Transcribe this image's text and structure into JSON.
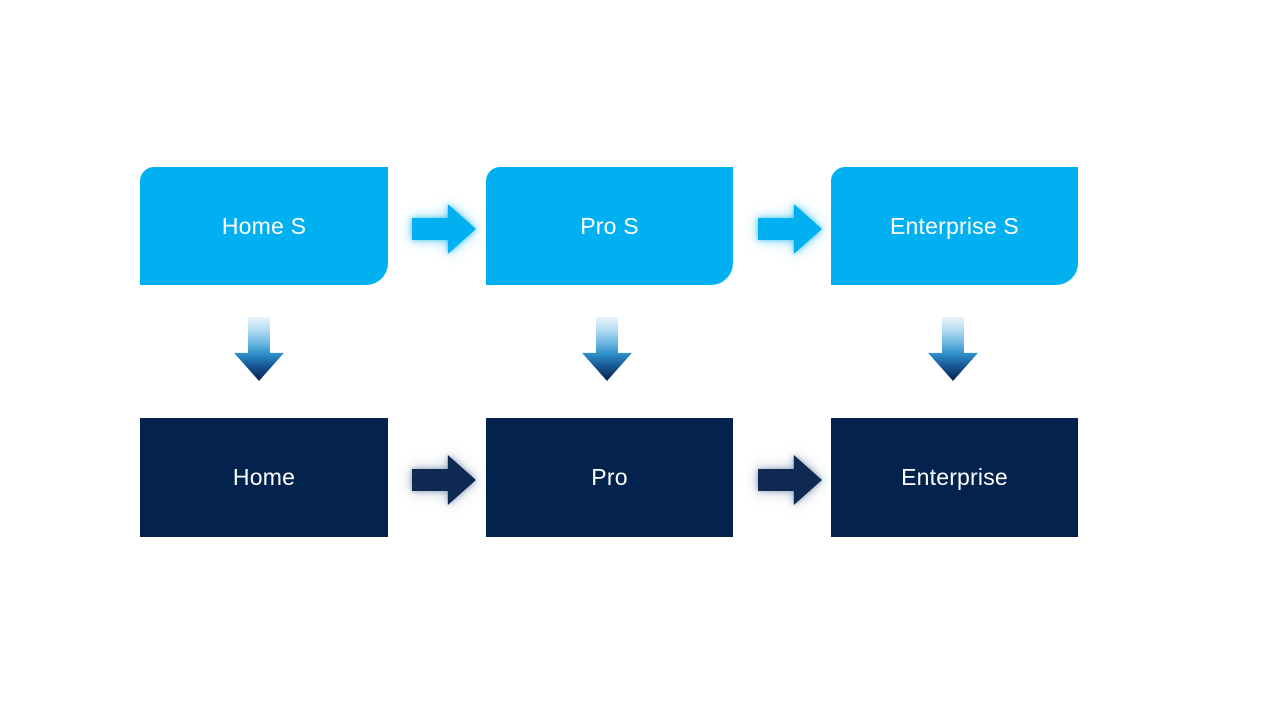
{
  "diagram": {
    "columns": [
      {
        "top_label": "Home S",
        "bottom_label": "Home"
      },
      {
        "top_label": "Pro S",
        "bottom_label": "Pro"
      },
      {
        "top_label": "Enterprise S",
        "bottom_label": "Enterprise"
      }
    ],
    "connections": {
      "horizontal_top": [
        "Home S → Pro S",
        "Pro S → Enterprise S"
      ],
      "horizontal_bottom": [
        "Home → Pro",
        "Pro → Enterprise"
      ],
      "vertical": [
        "Home S → Home",
        "Pro S → Pro",
        "Enterprise S → Enterprise"
      ]
    },
    "colors": {
      "top_box_fill": "#00B0F0",
      "bottom_box_fill": "#04224E",
      "label_text": "#FFFFFF",
      "right_arrow_light": "#00B0F0",
      "right_arrow_dark": "#0E2A52",
      "down_arrow_gradient_start": "#EAF6FC",
      "down_arrow_gradient_end": "#08224C",
      "background": "#FFFFFF"
    }
  }
}
